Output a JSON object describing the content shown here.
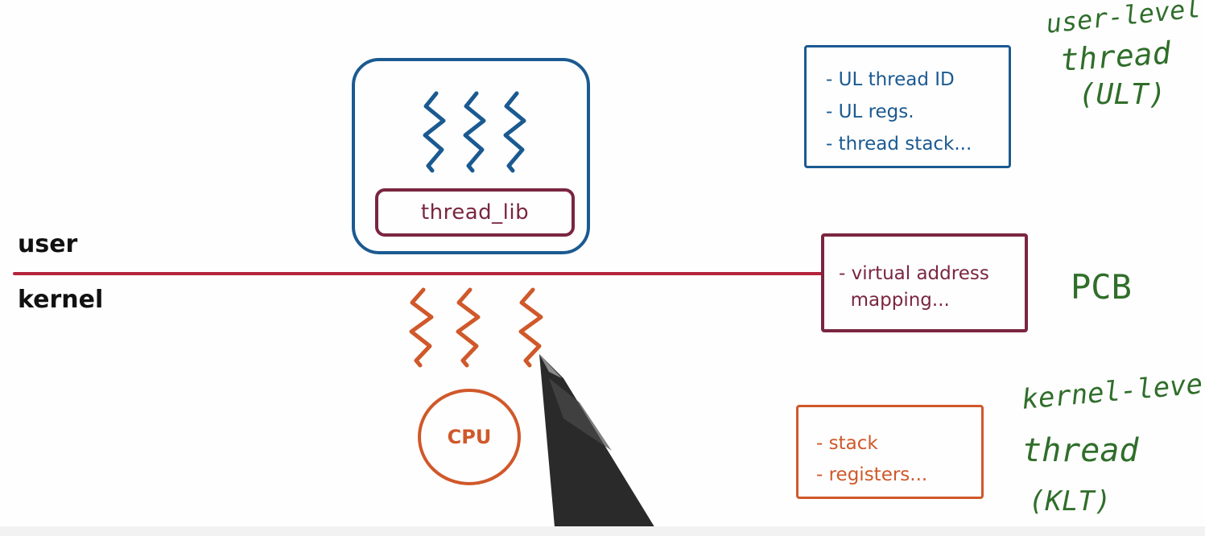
{
  "layers": {
    "user": "user",
    "kernel": "kernel"
  },
  "process": {
    "library_label": "thread_lib",
    "user_thread_count": 3
  },
  "kernel": {
    "kernel_thread_count": 3,
    "cpu_label": "CPU"
  },
  "ult_box": {
    "fields": [
      "- UL thread ID",
      "- UL regs.",
      "- thread stack..."
    ]
  },
  "pcb_box": {
    "fields": [
      "- virtual address",
      "  mapping..."
    ]
  },
  "klt_box": {
    "fields": [
      "- stack",
      "- registers..."
    ]
  },
  "annotations": {
    "ult": [
      "user-level",
      "thread",
      "(ULT)"
    ],
    "pcb": "PCB",
    "klt": [
      "kernel-level",
      "thread",
      "(KLT)"
    ]
  },
  "colors": {
    "user_blue": "#1b5a91",
    "pcb_maroon": "#7a2640",
    "kernel_orange": "#d0582a",
    "annotation_green": "#2f6e2a",
    "boundary_red": "#b3243a"
  }
}
